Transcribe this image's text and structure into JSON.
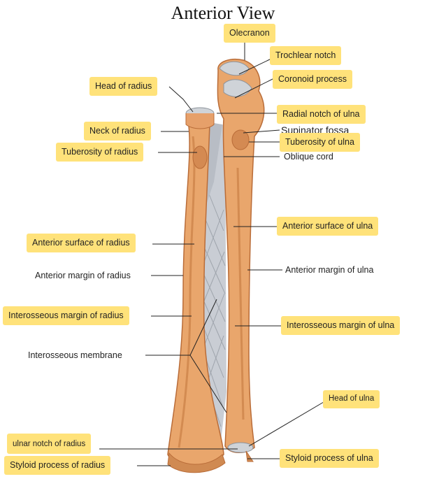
{
  "title": "Anterior View",
  "labels": {
    "olecranon": "Olecranon",
    "trochlear_notch": "Trochlear notch",
    "coronoid_process": "Coronoid process",
    "head_of_radius": "Head of radius",
    "radial_notch_of_ulna": "Radial notch of ulna",
    "supinator_fossa": "Supinator fossa",
    "neck_of_radius": "Neck of radius",
    "tuberosity_of_ulna": "Tuberosity of ulna",
    "tuberosity_of_radius": "Tuberosity of radius",
    "oblique_cord": "Oblique cord",
    "anterior_surface_of_ulna": "Anterior surface of ulna",
    "anterior_surface_of_radius": "Anterior surface of radius",
    "anterior_margin_of_radius": "Anterior margin of radius",
    "anterior_margin_of_ulna": "Anterior margin of ulna",
    "interosseous_margin_of_radius": "Interosseous margin of radius",
    "interosseous_margin_of_ulna": "Interosseous margin of ulna",
    "interosseous_membrane": "Interosseous membrane",
    "head_of_ulna": "Head of ulna",
    "ulnar_notch_of_radius": "ulnar notch of radius",
    "styloid_process_of_radius": "Styloid process of radius",
    "styloid_process_of_ulna": "Styloid process of ulna"
  },
  "colors": {
    "highlight": "#ffe27a",
    "bone": "#e9a66c",
    "bone_shadow": "#b96c38",
    "cartilage": "#cfd3d8",
    "membrane": "#c9cdd4",
    "leader_line": "#222222"
  }
}
